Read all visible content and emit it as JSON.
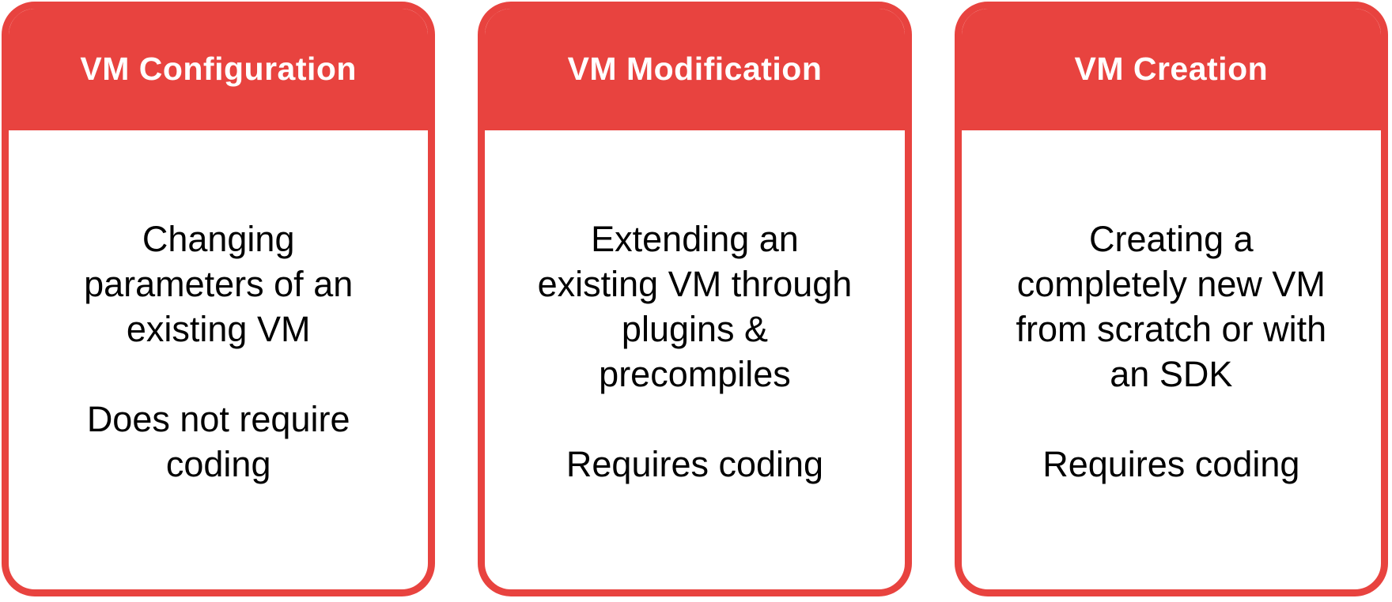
{
  "theme": {
    "accent_red": "#E8433F",
    "header_text_color": "#FFFFFF",
    "body_text_color": "#000000",
    "background": "#FFFFFF"
  },
  "cards": [
    {
      "title": "VM Configuration",
      "paragraphs": [
        [
          "Changing",
          "parameters of an",
          "existing VM"
        ],
        [
          "Does not require",
          "coding"
        ]
      ]
    },
    {
      "title": "VM Modification",
      "paragraphs": [
        [
          "Extending an",
          "existing VM through",
          "plugins &",
          "precompiles"
        ],
        [
          "Requires coding"
        ]
      ]
    },
    {
      "title": "VM Creation",
      "paragraphs": [
        [
          "Creating a",
          "completely new VM",
          "from scratch or with",
          "an SDK"
        ],
        [
          "Requires coding"
        ]
      ]
    }
  ]
}
